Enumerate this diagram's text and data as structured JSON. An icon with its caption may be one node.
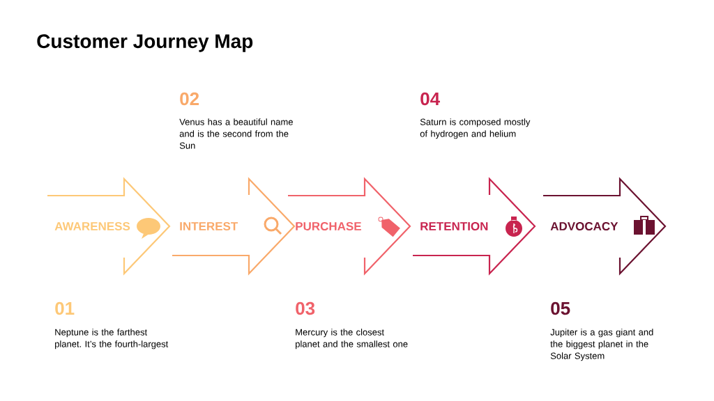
{
  "diagram": {
    "title": "Customer Journey Map",
    "nodes": [
      {
        "text": [
          "AWARENESS"
        ],
        "beside": [
          "01",
          "Neptune is the farthest planet. It’s the fourth-largest"
        ]
      },
      {
        "text": [
          "INTEREST"
        ],
        "beside": [
          "02",
          "Venus has a beautiful name and is the second from the Sun"
        ]
      },
      {
        "text": [
          "PURCHASE"
        ],
        "beside": [
          "03",
          "Mercury is the closest planet and the smallest one"
        ]
      },
      {
        "text": [
          "RETENTION"
        ],
        "beside": [
          "04",
          "Saturn is composed mostly of hydrogen and helium"
        ]
      },
      {
        "text": [
          "ADVOCACY"
        ],
        "beside": [
          "05",
          "Jupiter is a gas giant and the biggest planet in the Solar System"
        ]
      }
    ]
  }
}
